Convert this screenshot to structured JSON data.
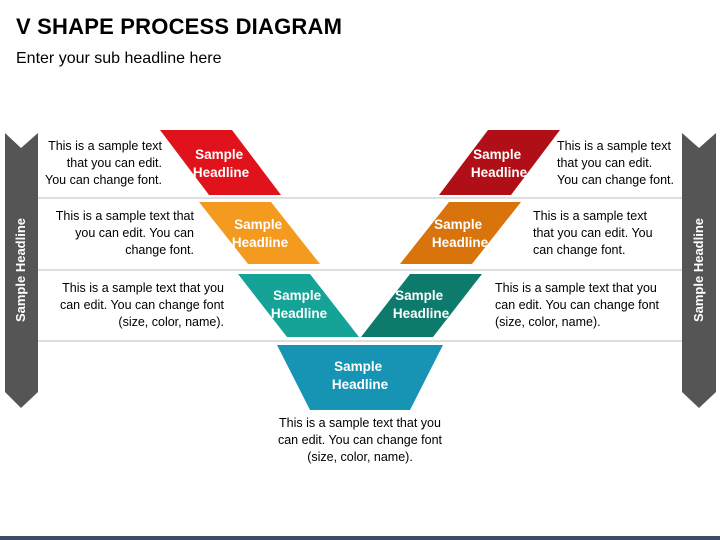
{
  "title": "V SHAPE PROCESS DIAGRAM",
  "subtitle": "Enter your sub headline here",
  "colors": {
    "red": "#e0121b",
    "dark_red": "#b00f17",
    "orange": "#f39a1f",
    "dark_orange": "#d9730c",
    "teal": "#14a396",
    "dark_teal": "#0d7b6c",
    "blue": "#1794b3",
    "arrow": "#555555",
    "divider": "#bfbfbf"
  },
  "side_labels": {
    "left": "Sample Headline",
    "right": "Sample Headline"
  },
  "stages": {
    "left1": {
      "line1": "Sample",
      "line2": "Headline"
    },
    "left2": {
      "line1": "Sample",
      "line2": "Headline"
    },
    "left3": {
      "line1": "Sample",
      "line2": "Headline"
    },
    "right1": {
      "line1": "Sample",
      "line2": "Headline"
    },
    "right2": {
      "line1": "Sample",
      "line2": "Headline"
    },
    "right3": {
      "line1": "Sample",
      "line2": "Headline"
    },
    "bottom": {
      "line1": "Sample",
      "line2": "Headline"
    }
  },
  "captions": {
    "left1": [
      "This is a sample text",
      "that you can edit.",
      "You can change font."
    ],
    "left2": [
      "This is a sample text that",
      "you can edit. You can",
      "change font."
    ],
    "left3": [
      "This is a sample text that you",
      "can edit. You can change font",
      "(size, color, name)."
    ],
    "right1": [
      "This is a sample text",
      "that you can edit.",
      "You can change font."
    ],
    "right2": [
      "This is a sample text",
      "that you can edit. You",
      "can change font."
    ],
    "right3": [
      "This is a sample text that you",
      "can edit. You can change font",
      "(size, color, name)."
    ],
    "bottom": [
      "This is a sample text that you",
      "can edit. You can change font",
      "(size, color, name)."
    ]
  }
}
